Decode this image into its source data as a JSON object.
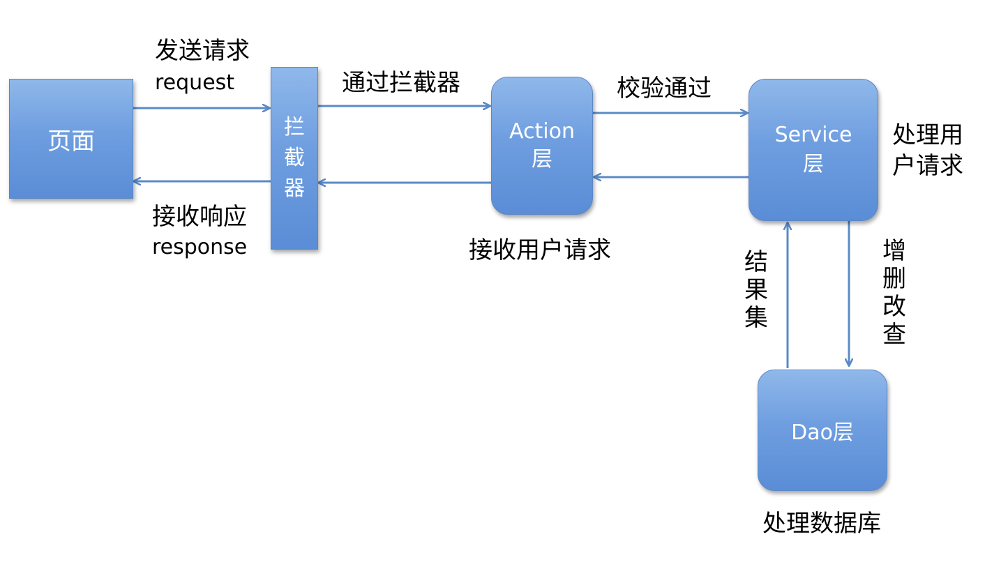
{
  "boxes": {
    "page": "页面",
    "interceptor": [
      "拦",
      "截",
      "器"
    ],
    "action": {
      "line1": "Action",
      "line2": "层"
    },
    "service": {
      "line1": "Service",
      "line2": "层"
    },
    "dao": "Dao层"
  },
  "labels": {
    "send_request_cn": "发送请求",
    "send_request_en": "request",
    "pass_interceptor": "通过拦截器",
    "validation_passed": "校验通过",
    "receive_response_cn": "接收响应",
    "receive_response_en": "response",
    "action_description": "接收用户请求",
    "service_description": "处理用户请求",
    "result_set": [
      "结",
      "果",
      "集"
    ],
    "crud": [
      "增",
      "删",
      "改",
      "查"
    ],
    "dao_description": "处理数据库"
  },
  "colors": {
    "box_fill": "#6f9ee0",
    "box_border": "#5d87c4",
    "arrow": "#5b8ac7",
    "text_on_box": "#ffffff",
    "text": "#000000"
  }
}
